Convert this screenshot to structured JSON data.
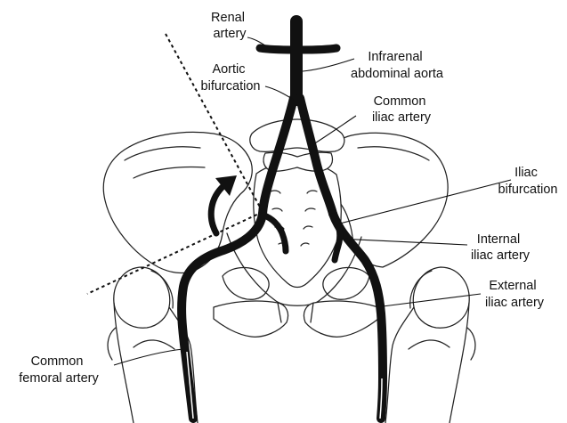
{
  "labels": {
    "renal_artery": [
      "Renal",
      "artery"
    ],
    "infrarenal_aorta": [
      "Infrarenal",
      "abdominal aorta"
    ],
    "aortic_bifurcation": [
      "Aortic",
      "bifurcation"
    ],
    "common_iliac_artery": [
      "Common",
      "iliac artery"
    ],
    "iliac_bifurcation": [
      "Iliac",
      "bifurcation"
    ],
    "internal_iliac_artery": [
      "Internal",
      "iliac artery"
    ],
    "external_iliac_artery": [
      "External",
      "iliac artery"
    ],
    "common_femoral_artery": [
      "Common",
      "femoral artery"
    ]
  },
  "colors": {
    "line": "#111111",
    "background": "#ffffff"
  }
}
